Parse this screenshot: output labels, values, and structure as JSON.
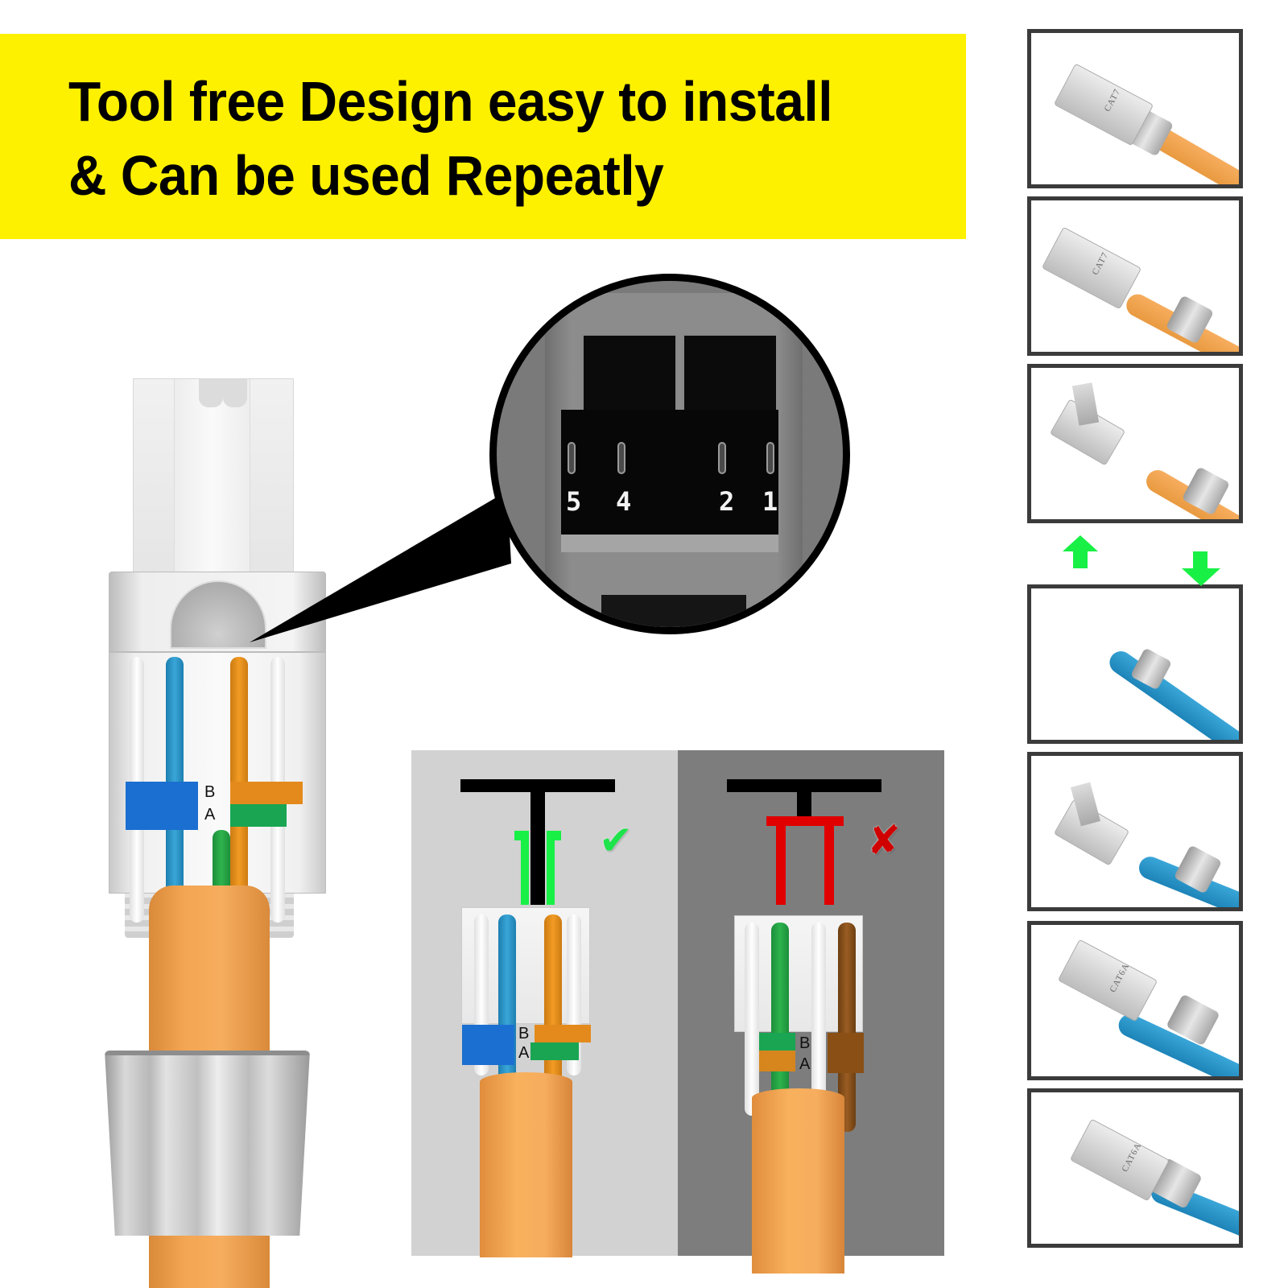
{
  "banner": {
    "line1": "Tool free Design easy to install",
    "line2": "& Can be used Repeatly",
    "background": "#fef100",
    "text_color": "#000000"
  },
  "main_connector": {
    "label_b": "B",
    "label_a": "A",
    "cable_color": "#f3a653",
    "wire_colors": [
      "white-blue",
      "blue",
      "orange",
      "white-orange"
    ]
  },
  "magnifier": {
    "pin_numbers": [
      "5",
      "4",
      "2",
      "1"
    ]
  },
  "comparison": {
    "correct": {
      "background": "#d2d2d2",
      "indicator_color": "#18f046",
      "badge_icon": "✔",
      "label_b": "B",
      "label_a": "A",
      "wire_colors": [
        "white-blue",
        "brown",
        "blue",
        "green",
        "orange",
        "white-orange"
      ]
    },
    "incorrect": {
      "background": "#7d7d7d",
      "indicator_color": "#e00000",
      "badge_icon": "✘",
      "label_b": "B",
      "label_a": "A",
      "wire_colors": [
        "white-green",
        "orange",
        "green",
        "white",
        "blue",
        "brown"
      ]
    }
  },
  "steps": [
    {
      "index": 1,
      "connector_label": "CAT7",
      "cable_color": "orange",
      "state": "assembled"
    },
    {
      "index": 2,
      "connector_label": "CAT7",
      "cable_color": "orange",
      "state": "nut-released"
    },
    {
      "index": 3,
      "connector_label": "",
      "cable_color": "orange",
      "state": "opened"
    },
    {
      "index": 4,
      "connector_label": "",
      "cable_color": "blue",
      "state": "cable-with-nut"
    },
    {
      "index": 5,
      "connector_label": "",
      "cable_color": "blue",
      "state": "opened"
    },
    {
      "index": 6,
      "connector_label": "CAT6A",
      "cable_color": "blue",
      "state": "nut-released"
    },
    {
      "index": 7,
      "connector_label": "CAT6A",
      "cable_color": "blue",
      "state": "assembled"
    }
  ],
  "arrows": {
    "up": "arrow-up",
    "down": "arrow-down",
    "color": "#18f046"
  }
}
